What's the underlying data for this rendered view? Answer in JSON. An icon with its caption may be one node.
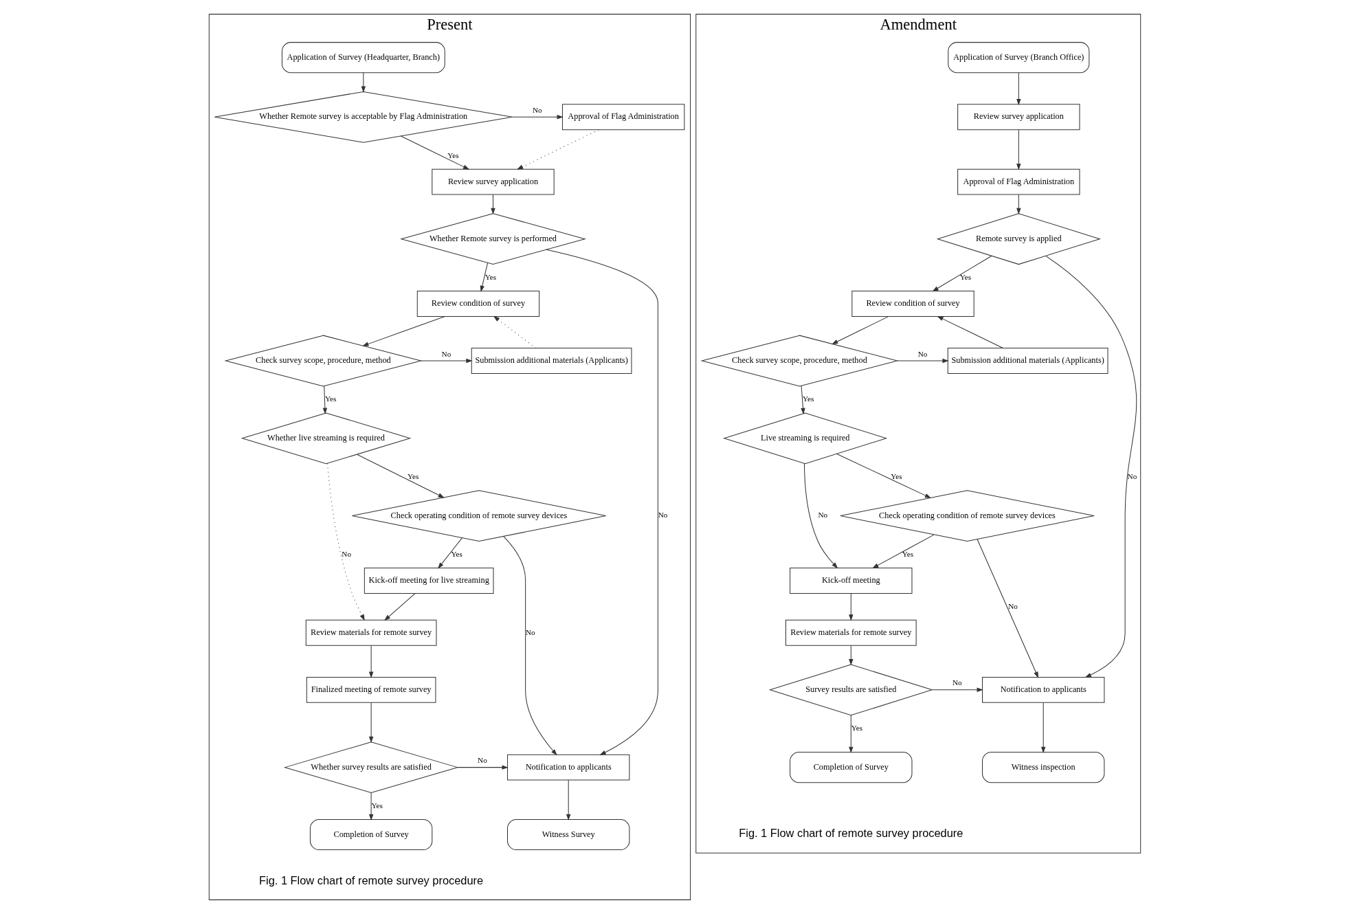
{
  "diagram": {
    "nodes": [
      {
        "text": [
          "Present"
        ]
      },
      {
        "text": [
          "Application of Survey (Headquarter, Branch)"
        ],
        "in": 0
      },
      {
        "text": [
          "Whether Remote survey is acceptable by Flag Administration"
        ],
        "in": 0
      },
      {
        "text": [
          "Approval of Flag Administration"
        ],
        "in": 0
      },
      {
        "text": [
          "Review survey application"
        ],
        "in": 0
      },
      {
        "text": [
          "Whether Remote survey is performed"
        ],
        "in": 0
      },
      {
        "text": [
          "Review condition of survey"
        ],
        "in": 0
      },
      {
        "text": [
          "Check survey scope, procedure, method"
        ],
        "in": 0
      },
      {
        "text": [
          "Submission additional materials (Applicants)"
        ],
        "in": 0
      },
      {
        "text": [
          "Whether live streaming is required"
        ],
        "in": 0
      },
      {
        "text": [
          "Check operating condition of remote survey devices"
        ],
        "in": 0
      },
      {
        "text": [
          "Kick-off meeting for live streaming"
        ],
        "in": 0
      },
      {
        "text": [
          "Review materials for remote survey"
        ],
        "in": 0
      },
      {
        "text": [
          "Finalized meeting of remote survey"
        ],
        "in": 0
      },
      {
        "text": [
          "Whether survey results are satisfied"
        ],
        "in": 0
      },
      {
        "text": [
          "Notification to applicants"
        ],
        "in": 0
      },
      {
        "text": [
          "Completion of Survey"
        ],
        "in": 0
      },
      {
        "text": [
          "Witness Survey"
        ],
        "in": 0
      },
      {
        "text": [
          "Amendment"
        ]
      },
      {
        "text": [
          "Application of Survey (Branch Office)"
        ],
        "in": 18
      },
      {
        "text": [
          "Review survey application"
        ],
        "in": 18
      },
      {
        "text": [
          "Approval of Flag Administration"
        ],
        "in": 18
      },
      {
        "text": [
          "Remote survey is applied"
        ],
        "in": 18
      },
      {
        "text": [
          "Review condition of survey"
        ],
        "in": 18
      },
      {
        "text": [
          "Check survey scope, procedure, method"
        ],
        "in": 18
      },
      {
        "text": [
          "Submission additional materials (Applicants)"
        ],
        "in": 18
      },
      {
        "text": [
          "Live streaming is required"
        ],
        "in": 18
      },
      {
        "text": [
          "Check operating condition of remote survey devices"
        ],
        "in": 18
      },
      {
        "text": [
          "Kick-off meeting"
        ],
        "in": 18
      },
      {
        "text": [
          "Review materials for remote survey"
        ],
        "in": 18
      },
      {
        "text": [
          "Survey results are satisfied"
        ],
        "in": 18
      },
      {
        "text": [
          "Notification to applicants"
        ],
        "in": 18
      },
      {
        "text": [
          "Completion of Survey"
        ],
        "in": 18
      },
      {
        "text": [
          "Witness inspection"
        ],
        "in": 18
      }
    ],
    "edges": [
      {
        "from": 1,
        "to": 2,
        "arrow": "to"
      },
      {
        "from": 2,
        "to": 3,
        "arrow": "to",
        "label": "No"
      },
      {
        "from": 2,
        "to": 4,
        "arrow": "to",
        "label": "Yes"
      },
      {
        "from": 3,
        "to": 4,
        "arrow": "to",
        "style": "dashed"
      },
      {
        "from": 4,
        "to": 5,
        "arrow": "to"
      },
      {
        "from": 5,
        "to": 15,
        "arrow": "to",
        "label": "No"
      },
      {
        "from": 5,
        "to": 6,
        "arrow": "to",
        "label": "Yes"
      },
      {
        "from": 6,
        "to": 7,
        "arrow": "to"
      },
      {
        "from": 7,
        "to": 8,
        "arrow": "to",
        "label": "No"
      },
      {
        "from": 8,
        "to": 6,
        "arrow": "to",
        "style": "dashed"
      },
      {
        "from": 7,
        "to": 9,
        "arrow": "to",
        "label": "Yes"
      },
      {
        "from": 9,
        "to": 12,
        "arrow": "to",
        "label": "No",
        "style": "dashed"
      },
      {
        "from": 9,
        "to": 10,
        "arrow": "to",
        "label": "Yes"
      },
      {
        "from": 10,
        "to": 15,
        "arrow": "to",
        "label": "No"
      },
      {
        "from": 10,
        "to": 11,
        "arrow": "to",
        "label": "Yes"
      },
      {
        "from": 11,
        "to": 12,
        "arrow": "to"
      },
      {
        "from": 12,
        "to": 13,
        "arrow": "to"
      },
      {
        "from": 13,
        "to": 14,
        "arrow": "to"
      },
      {
        "from": 14,
        "to": 15,
        "arrow": "to",
        "label": "No"
      },
      {
        "from": 14,
        "to": 16,
        "arrow": "to",
        "label": "Yes"
      },
      {
        "from": 15,
        "to": 17,
        "arrow": "to"
      },
      {
        "from": 19,
        "to": 20,
        "arrow": "to"
      },
      {
        "from": 20,
        "to": 21,
        "arrow": "to"
      },
      {
        "from": 21,
        "to": 22,
        "arrow": "to"
      },
      {
        "from": 22,
        "to": 31,
        "arrow": "to",
        "label": "No"
      },
      {
        "from": 22,
        "to": 23,
        "arrow": "to",
        "label": "Yes"
      },
      {
        "from": 23,
        "to": 24,
        "arrow": "to"
      },
      {
        "from": 24,
        "to": 25,
        "arrow": "to",
        "label": "No"
      },
      {
        "from": 25,
        "to": 23,
        "arrow": "to"
      },
      {
        "from": 24,
        "to": 26,
        "arrow": "to",
        "label": "Yes"
      },
      {
        "from": 26,
        "to": 28,
        "arrow": "to",
        "label": "No"
      },
      {
        "from": 26,
        "to": 27,
        "arrow": "to",
        "label": "Yes"
      },
      {
        "from": 27,
        "to": 31,
        "arrow": "to",
        "label": "No"
      },
      {
        "from": 27,
        "to": 28,
        "arrow": "to",
        "label": "Yes"
      },
      {
        "from": 28,
        "to": 29,
        "arrow": "to"
      },
      {
        "from": 29,
        "to": 30,
        "arrow": "to"
      },
      {
        "from": 30,
        "to": 31,
        "arrow": "to",
        "label": "No"
      },
      {
        "from": 30,
        "to": 32,
        "arrow": "to",
        "label": "Yes"
      },
      {
        "from": 31,
        "to": 33,
        "arrow": "to"
      }
    ],
    "labels": [
      "Fig. 1 Flow chart of remote survey procedure",
      "Fig. 1 Flow chart of remote survey procedure"
    ]
  }
}
